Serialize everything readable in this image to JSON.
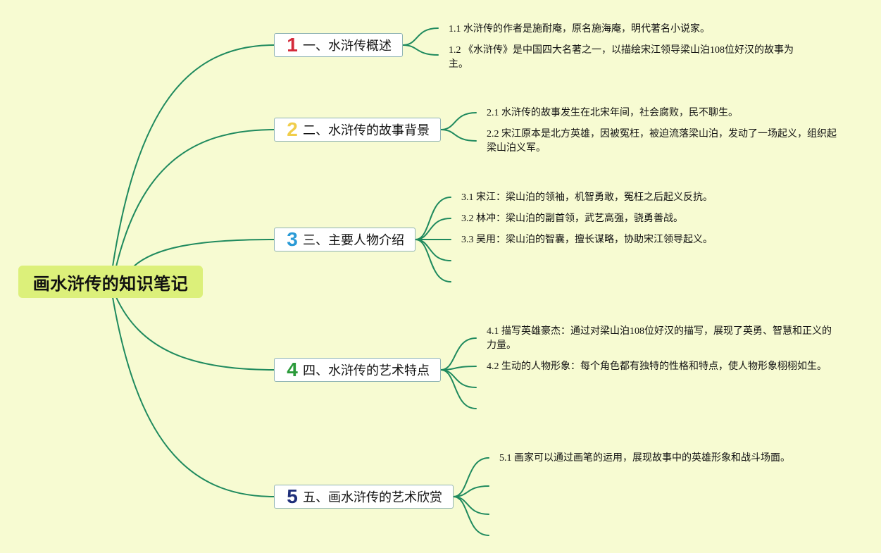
{
  "root": {
    "title": "画水浒传的知识笔记"
  },
  "colors": {
    "line": "#1f8a5e",
    "root_fill": "#dcf07a",
    "background": "#f7fbd2",
    "topic_border": "#8fb3b3"
  },
  "topics": [
    {
      "number": "1",
      "number_color": "#d42a3a",
      "label": "一、水浒传概述",
      "leaves": [
        "1.1 水浒传的作者是施耐庵，原名施海庵，明代著名小说家。",
        "1.2 《水浒传》是中国四大名著之一，以描绘宋江领导梁山泊108位好汉的故事为主。"
      ],
      "empty_branches": 0
    },
    {
      "number": "2",
      "number_color": "#f0cd4a",
      "label": "二、水浒传的故事背景",
      "leaves": [
        "2.1 水浒传的故事发生在北宋年间，社会腐败，民不聊生。",
        "2.2 宋江原本是北方英雄，因被冤枉，被迫流落梁山泊，发动了一场起义，组织起梁山泊义军。"
      ],
      "empty_branches": 0
    },
    {
      "number": "3",
      "number_color": "#2a9ad6",
      "label": "三、主要人物介绍",
      "leaves": [
        "3.1 宋江：梁山泊的领袖，机智勇敢，冤枉之后起义反抗。",
        "3.2 林冲：梁山泊的副首领，武艺高强，骁勇善战。",
        "3.3 吴用：梁山泊的智囊，擅长谋略，协助宋江领导起义。"
      ],
      "empty_branches": 2
    },
    {
      "number": "4",
      "number_color": "#2a9a3a",
      "label": "四、水浒传的艺术特点",
      "leaves": [
        "4.1 描写英雄豪杰：通过对梁山泊108位好汉的描写，展现了英勇、智慧和正义的力量。",
        "4.2 生动的人物形象：每个角色都有独特的性格和特点，使人物形象栩栩如生。"
      ],
      "empty_branches": 2
    },
    {
      "number": "5",
      "number_color": "#1f2f7a",
      "label": "五、画水浒传的艺术欣赏",
      "leaves": [
        "5.1 画家可以通过画笔的运用，展现故事中的英雄形象和战斗场面。"
      ],
      "empty_branches": 3
    }
  ]
}
